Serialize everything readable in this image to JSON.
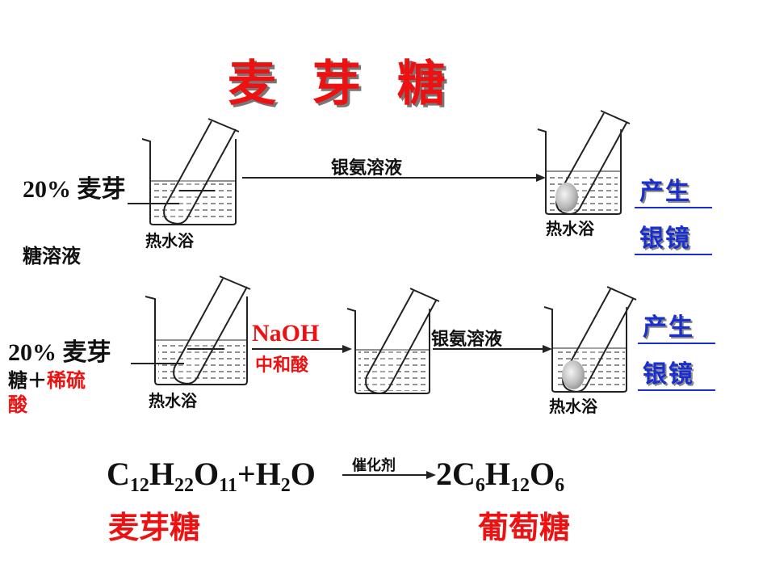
{
  "title": "麦 芽 糖",
  "row1": {
    "input_label": "20% 麦芽",
    "input_label_line3": "糖溶液",
    "bath_left": "热水浴",
    "reagent": "银氨溶液",
    "bath_right": "热水浴",
    "result_line1": "产生",
    "result_line2": "银镜"
  },
  "row2": {
    "input_label_line1": "20% 麦芽",
    "input_label_line2_black": "糖＋",
    "input_label_line2_red": "稀硫",
    "input_label_line3_red": "酸",
    "bath_left": "热水浴",
    "naoh": "NaOH",
    "neutralize": "中和酸",
    "reagent": "银氨溶液",
    "bath_right": "热水浴",
    "result_line1": "产生",
    "result_line2": "银镜"
  },
  "equation": {
    "catalyst": "催化剂",
    "reactant_c": "C",
    "reactant_c_sub": "12",
    "reactant_h": "H",
    "reactant_h_sub": "22",
    "reactant_o": "O",
    "reactant_o_sub": "11",
    "plus_water": "+H",
    "water_sub": "2",
    "water_o": "O",
    "product_coef": "2C",
    "product_c_sub": "6",
    "product_h": "H",
    "product_h_sub": "12",
    "product_o": "O",
    "product_o_sub": "6",
    "reactant_name": "麦芽糖",
    "product_name": "葡萄糖"
  },
  "colors": {
    "red": "#ee1111",
    "blue": "#1a2fd0",
    "black": "#111111"
  }
}
